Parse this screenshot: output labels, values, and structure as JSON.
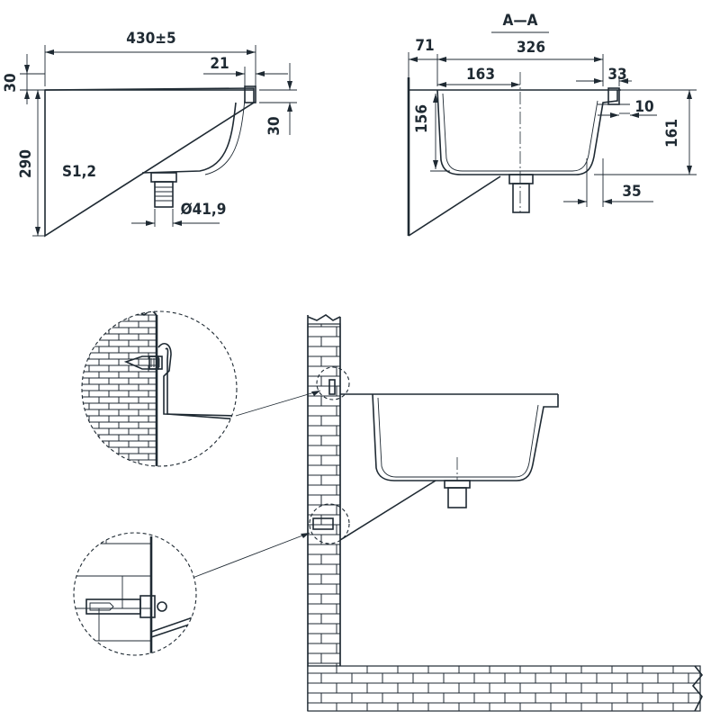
{
  "side_view": {
    "width": "430±5",
    "rim_height": "30",
    "bracket_height": "290",
    "edge_offset": "21",
    "back_height": "30",
    "material": "S1,2",
    "drain_diameter": "Ø41,9"
  },
  "section_view": {
    "section_label": "A—A",
    "inner_width": "326",
    "back_offset": "71",
    "half_width": "163",
    "front_edge": "33",
    "depth": "156",
    "rim_step": "10",
    "overall_depth": "161",
    "front_overhang": "35"
  }
}
